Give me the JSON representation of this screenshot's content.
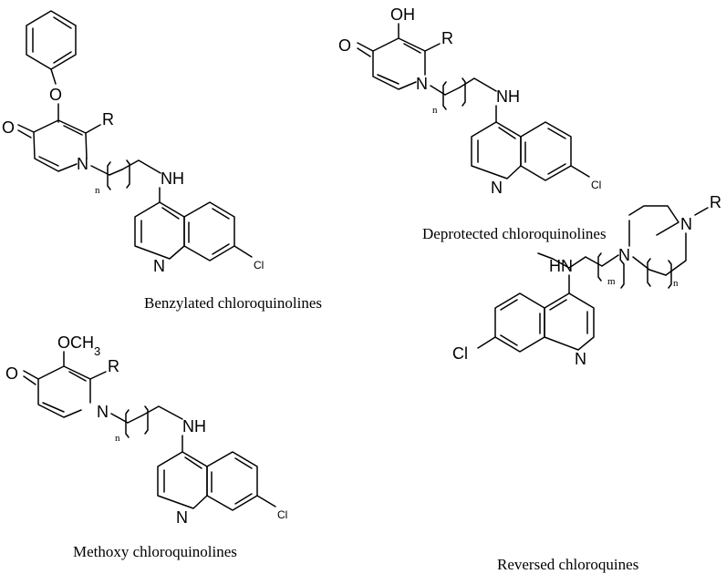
{
  "structures": [
    {
      "caption": "Benzylated chloroquinolines",
      "labels": {
        "o_ring": "O",
        "o_keto": "O",
        "r": "R",
        "n_ring": "N",
        "n_index": "n",
        "nh": "NH",
        "n_quin": "N",
        "cl": "Cl"
      }
    },
    {
      "caption": "Deprotected chloroquinolines",
      "labels": {
        "oh": "OH",
        "o_keto": "O",
        "r": "R",
        "n_ring": "N",
        "n_index": "n",
        "nh": "NH",
        "n_quin": "N",
        "cl": "Cl"
      }
    },
    {
      "caption": "Methoxy chloroquinolines",
      "labels": {
        "och3": "OCH",
        "och3_sub": "3",
        "o_keto": "O",
        "r": "R",
        "n_ring": "N",
        "n_index": "n",
        "nh": "NH",
        "n_quin": "N",
        "cl": "Cl"
      }
    },
    {
      "caption": "Reversed chloroquines",
      "labels": {
        "hn": "HN",
        "m_index": "m",
        "n_pip": "N",
        "n_index": "n",
        "n_top": "N",
        "r": "R",
        "n_quin": "N",
        "cl": "Cl"
      }
    }
  ]
}
